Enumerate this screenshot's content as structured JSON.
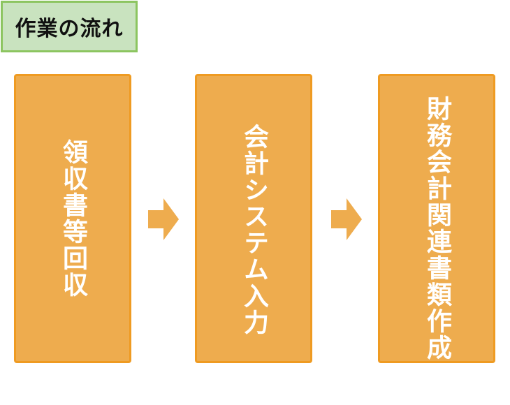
{
  "title": "作業の流れ",
  "steps": [
    {
      "label": "領収書等回収"
    },
    {
      "label": "会計システム入力"
    },
    {
      "label": "財務会計関連書類作成"
    }
  ],
  "colors": {
    "title_fill": "#c9e3bf",
    "title_border": "#8cc560",
    "step_fill": "#eeac4e",
    "step_border": "#ef9b22",
    "arrow": "#eeac4e",
    "step_text": "#ffffff"
  },
  "icons": {
    "connector": "right-arrow-icon"
  }
}
